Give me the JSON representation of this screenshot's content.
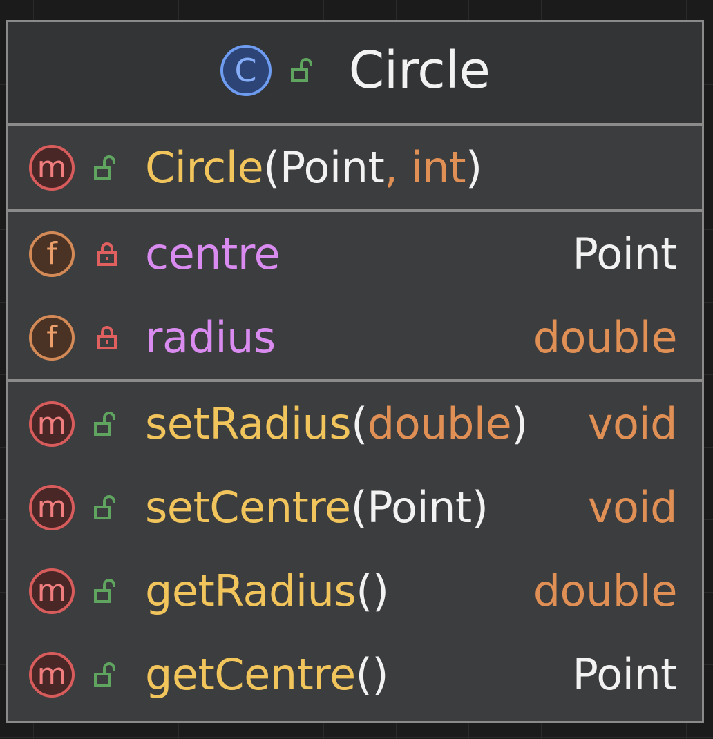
{
  "class_node": {
    "name": "Circle",
    "kind_letter": "C",
    "visibility_icon": "open-lock-icon"
  },
  "constructors": [
    {
      "name": "Circle",
      "kind_letter": "m",
      "visibility_icon": "open-lock-icon",
      "params": [
        "Point",
        "int"
      ],
      "params_text": {
        "open": "(",
        "p1": "Point",
        "sep": ", ",
        "p2": "int",
        "close": ")"
      }
    }
  ],
  "fields": [
    {
      "name": "centre",
      "kind_letter": "f",
      "visibility_icon": "closed-lock-icon",
      "type": "Point"
    },
    {
      "name": "radius",
      "kind_letter": "f",
      "visibility_icon": "closed-lock-icon",
      "type": "double"
    }
  ],
  "methods": [
    {
      "name": "setRadius",
      "kind_letter": "m",
      "visibility_icon": "open-lock-icon",
      "open": "(",
      "param": "double",
      "close": ")",
      "return_type": "void"
    },
    {
      "name": "setCentre",
      "kind_letter": "m",
      "visibility_icon": "open-lock-icon",
      "open": "(",
      "param": "Point",
      "close": ")",
      "return_type": "void"
    },
    {
      "name": "getRadius",
      "kind_letter": "m",
      "visibility_icon": "open-lock-icon",
      "open": "(",
      "param": "",
      "close": ")",
      "return_type": "double"
    },
    {
      "name": "getCentre",
      "kind_letter": "m",
      "visibility_icon": "open-lock-icon",
      "open": "(",
      "param": "",
      "close": ")",
      "return_type": "Point"
    }
  ],
  "colors": {
    "method_name": "#f2c55c",
    "field_name": "#d98bf0",
    "primitive_type": "#e08f55",
    "object_type": "#f2f2f2",
    "public_lock": "#5fa45f",
    "private_lock": "#e06060"
  }
}
